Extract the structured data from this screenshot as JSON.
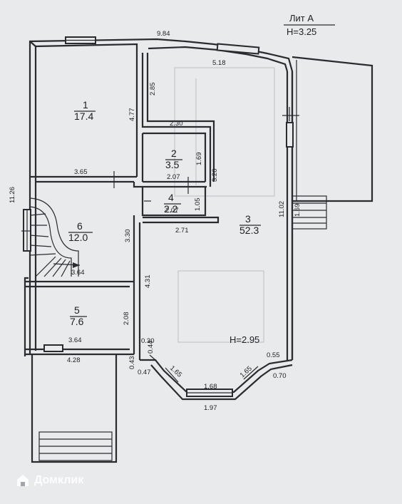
{
  "header": {
    "lit": "Лит А",
    "height": "H=3.25"
  },
  "rooms": [
    {
      "id": "1",
      "area": "17.4"
    },
    {
      "id": "2",
      "area": "3.5"
    },
    {
      "id": "3",
      "area": "52.3"
    },
    {
      "id": "4",
      "area": "2.2"
    },
    {
      "id": "5",
      "area": "7.6"
    },
    {
      "id": "6",
      "area": "12.0"
    }
  ],
  "room3_height": "H=2.95",
  "dims": {
    "top_total": "9.84",
    "top_right": "5.18",
    "left_total": "11.26",
    "right_total": "11.02",
    "r1_height": "4.77",
    "r1_width": "3.65",
    "d285": "2.85",
    "d230": "2.30",
    "d169": "1.69",
    "d207a": "2.07",
    "d320": "3.20",
    "d105": "1.05",
    "d207b": "2.07",
    "d271": "2.71",
    "d330": "3.30",
    "d364a": "3.64",
    "d431": "4.31",
    "d208": "2.08",
    "d364b": "3.64",
    "d428": "4.28",
    "d030": "0.30",
    "d044": "0.44",
    "d043": "0.43",
    "d047": "0.47",
    "d165a": "1.65",
    "d168": "1.68",
    "d165b": "1.65",
    "d197": "1.97",
    "d055": "0.55",
    "d070": "0.70",
    "d169b": "1.69"
  },
  "watermark": {
    "brand": "Домклик",
    "icon": "domclick-logo-icon"
  }
}
